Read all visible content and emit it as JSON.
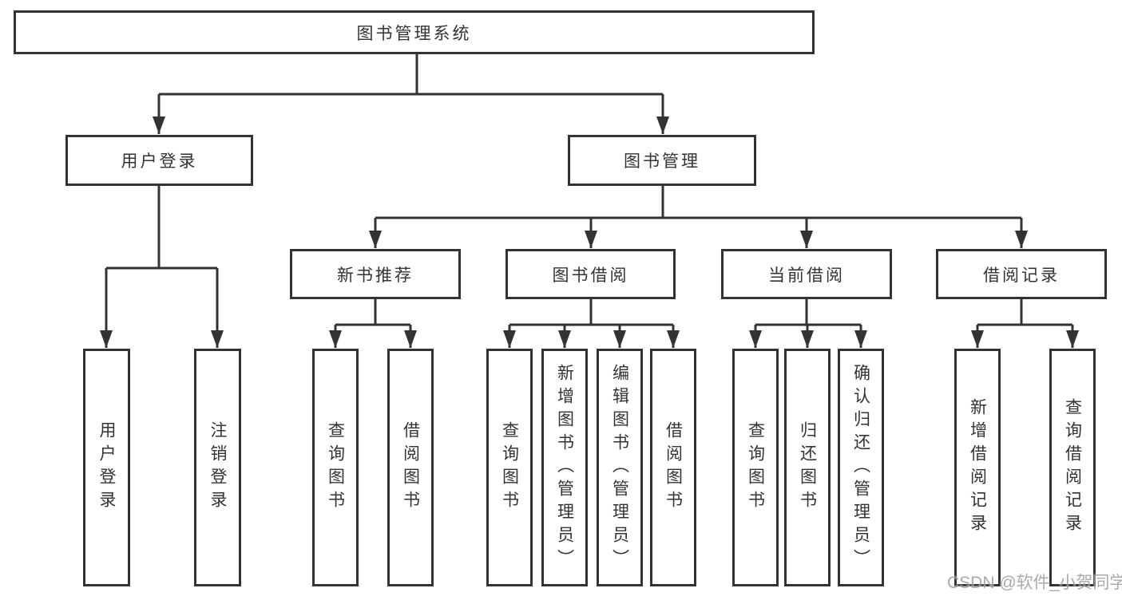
{
  "colors": {
    "line": "#333333",
    "border": "#333333",
    "text": "#333333",
    "bg": "#ffffff",
    "watermark": "#9b9b9b"
  },
  "watermark": {
    "text": "CSDN @软件_小贺同学"
  },
  "tree": {
    "root": {
      "label": "图书管理系统"
    },
    "branches": [
      {
        "label": "用户登录",
        "children": [
          {
            "label": "用户登录"
          },
          {
            "label": "注销登录"
          }
        ]
      },
      {
        "label": "图书管理",
        "children": [
          {
            "label": "新书推荐",
            "children": [
              {
                "label": "查询图书"
              },
              {
                "label": "借阅图书"
              }
            ]
          },
          {
            "label": "图书借阅",
            "children": [
              {
                "label": "查询图书"
              },
              {
                "label": "新增图书（管理员）"
              },
              {
                "label": "编辑图书（管理员）"
              },
              {
                "label": "借阅图书"
              }
            ]
          },
          {
            "label": "当前借阅",
            "children": [
              {
                "label": "查询图书"
              },
              {
                "label": "归还图书"
              },
              {
                "label": "确认归还（管理员）"
              }
            ]
          },
          {
            "label": "借阅记录",
            "children": [
              {
                "label": "新增借阅记录"
              },
              {
                "label": "查询借阅记录"
              }
            ]
          }
        ]
      }
    ]
  }
}
